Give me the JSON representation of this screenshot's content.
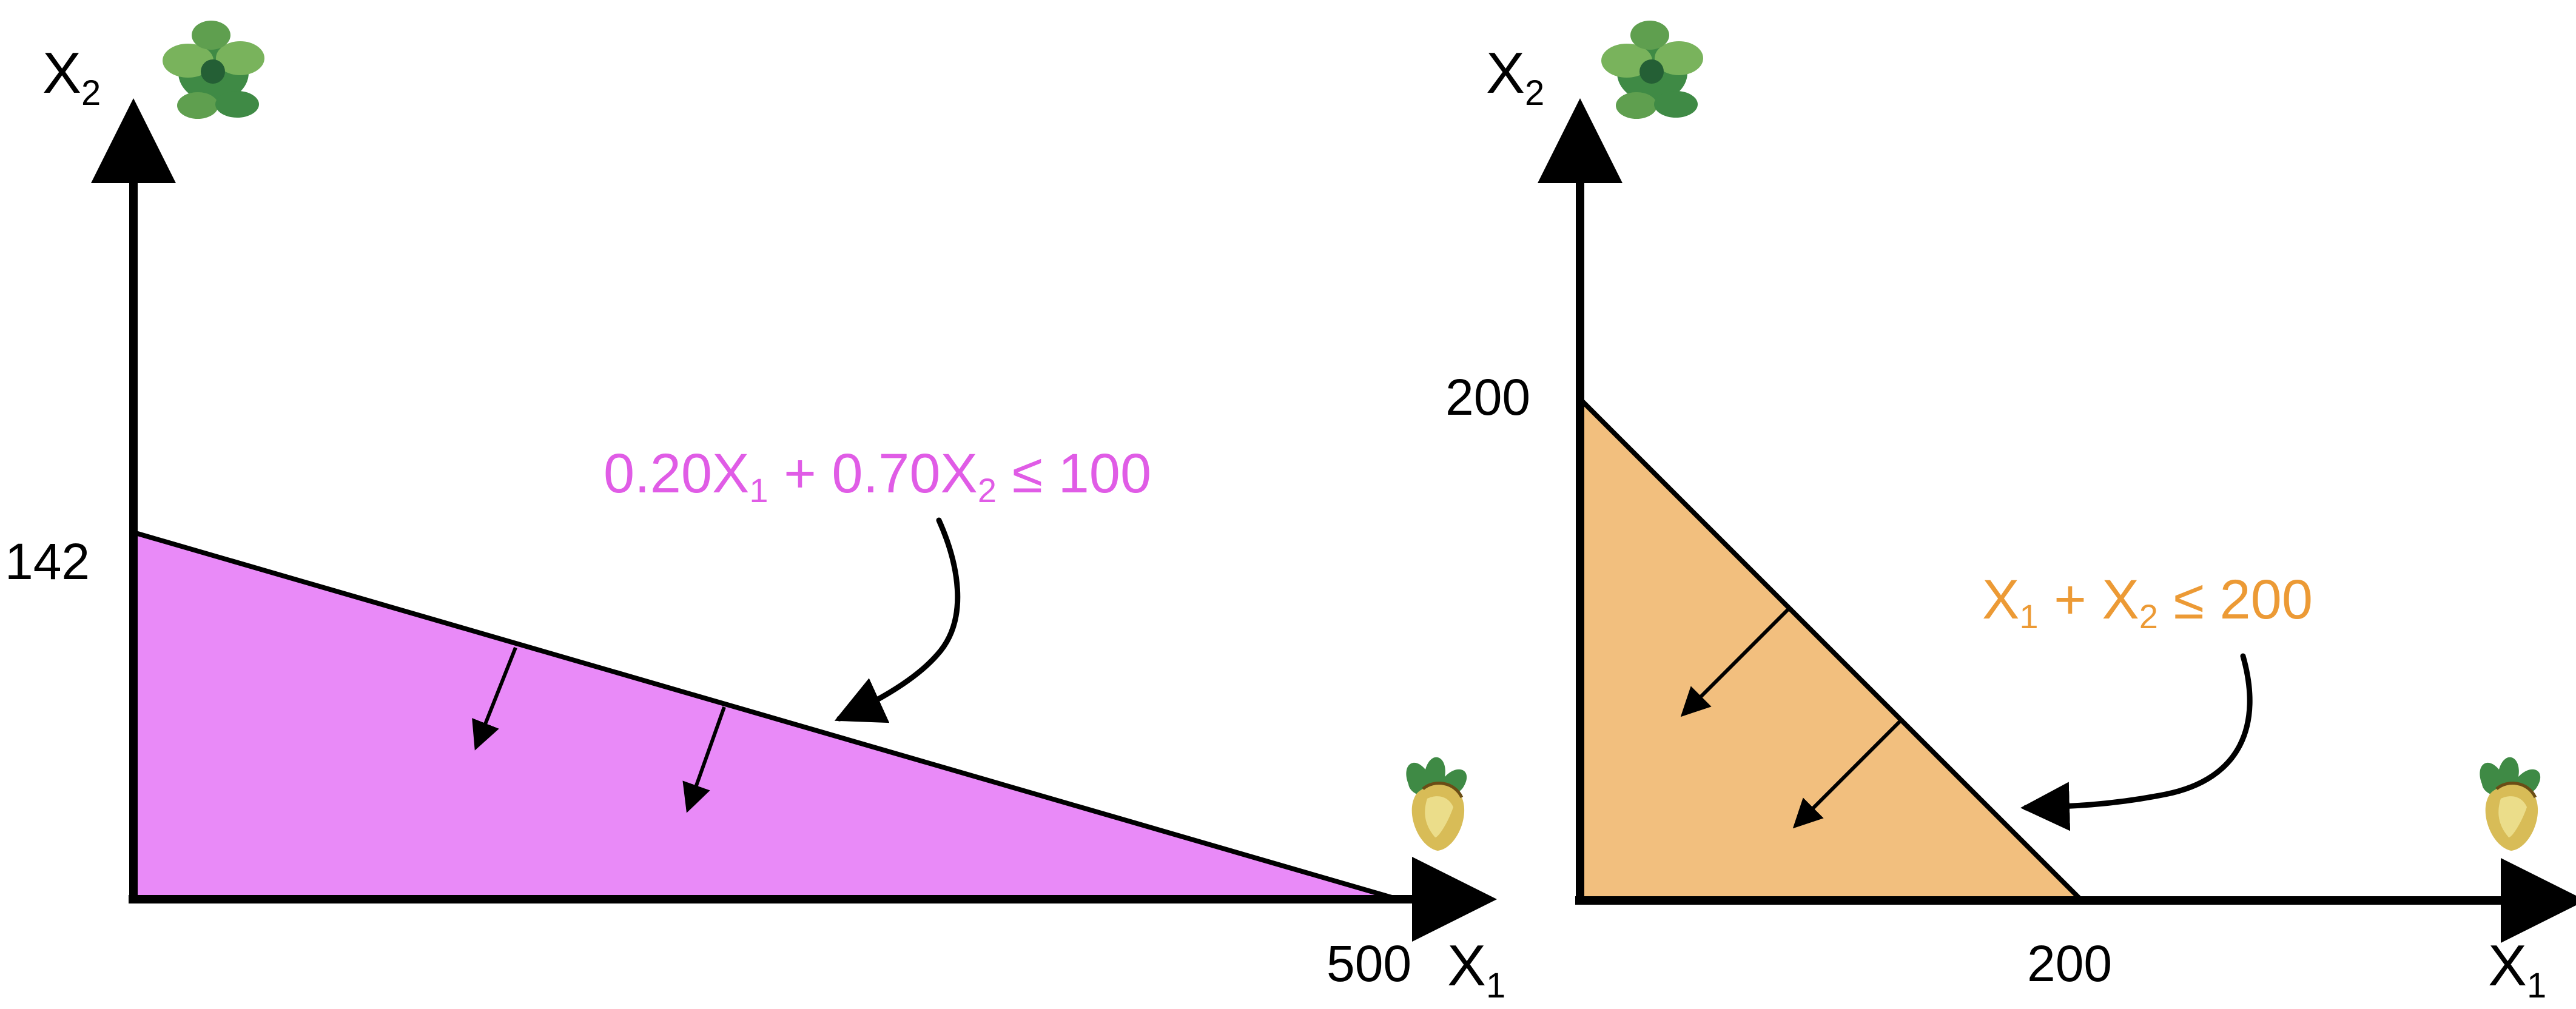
{
  "colors": {
    "left_region": "#e98af8",
    "left_label": "#e05ce6",
    "right_region": "#f2bf7e",
    "right_label": "#ec9a35",
    "axis": "#000000",
    "plant_leaf": "#3f8a45",
    "plant_light": "#79b35c",
    "plant_dark": "#245f35",
    "bulb_fill": "#d8bc57",
    "bulb_dark": "#6a4d16"
  },
  "icons": {
    "left_top": "green-leafy-plant-icon",
    "left_bottom": "bulb-plant-icon",
    "right_top": "green-leafy-plant-icon",
    "right_bottom": "bulb-plant-icon"
  },
  "left_chart": {
    "x_axis": {
      "var": "X",
      "sub": "1",
      "intercept_label": "500"
    },
    "y_axis": {
      "var": "X",
      "sub": "2",
      "intercept_label": "142"
    },
    "constraint": {
      "pre": "0.20X",
      "sub1": "1",
      "mid": " + 0.70X",
      "sub2": "2",
      "post": " ≤ 100"
    }
  },
  "right_chart": {
    "x_axis": {
      "var": "X",
      "sub": "1",
      "intercept_label": "200"
    },
    "y_axis": {
      "var": "X",
      "sub": "2",
      "intercept_label": "200"
    },
    "constraint": {
      "pre": "X",
      "sub1": "1",
      "mid": " + X",
      "sub2": "2",
      "post": " ≤ 200"
    }
  }
}
